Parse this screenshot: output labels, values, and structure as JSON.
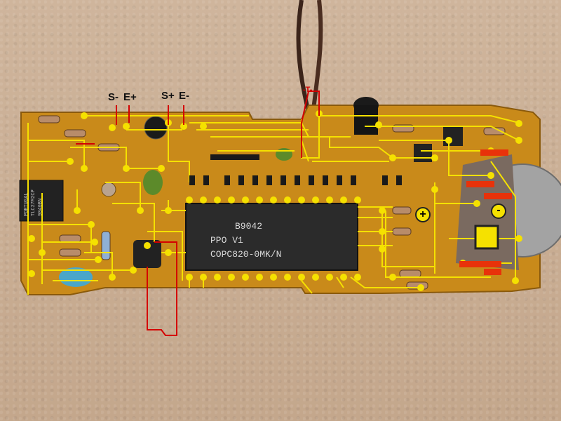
{
  "labels": {
    "s_minus": "S-",
    "e_plus": "E+",
    "s_plus": "S+",
    "e_minus": "E-",
    "t_minus": "-T-",
    "plus_sign": "+",
    "minus_sign": "-"
  },
  "main_chip": {
    "line1": "B9042",
    "line2": "PPO V1",
    "line3": "COPC820-0MK/N"
  },
  "small_chip": {
    "line1": "PORTUGAL",
    "line2": "TLC27M2CP",
    "line3": "9040BN"
  },
  "colors": {
    "board": "#c98a1a",
    "traces": "#f5e100",
    "pads": "#f5e100",
    "marker_red": "#e8320a",
    "label_red": "#d40000",
    "chip_body": "#2b2b2b",
    "battery": "#9a9a9a",
    "background": "#c9ad93"
  }
}
